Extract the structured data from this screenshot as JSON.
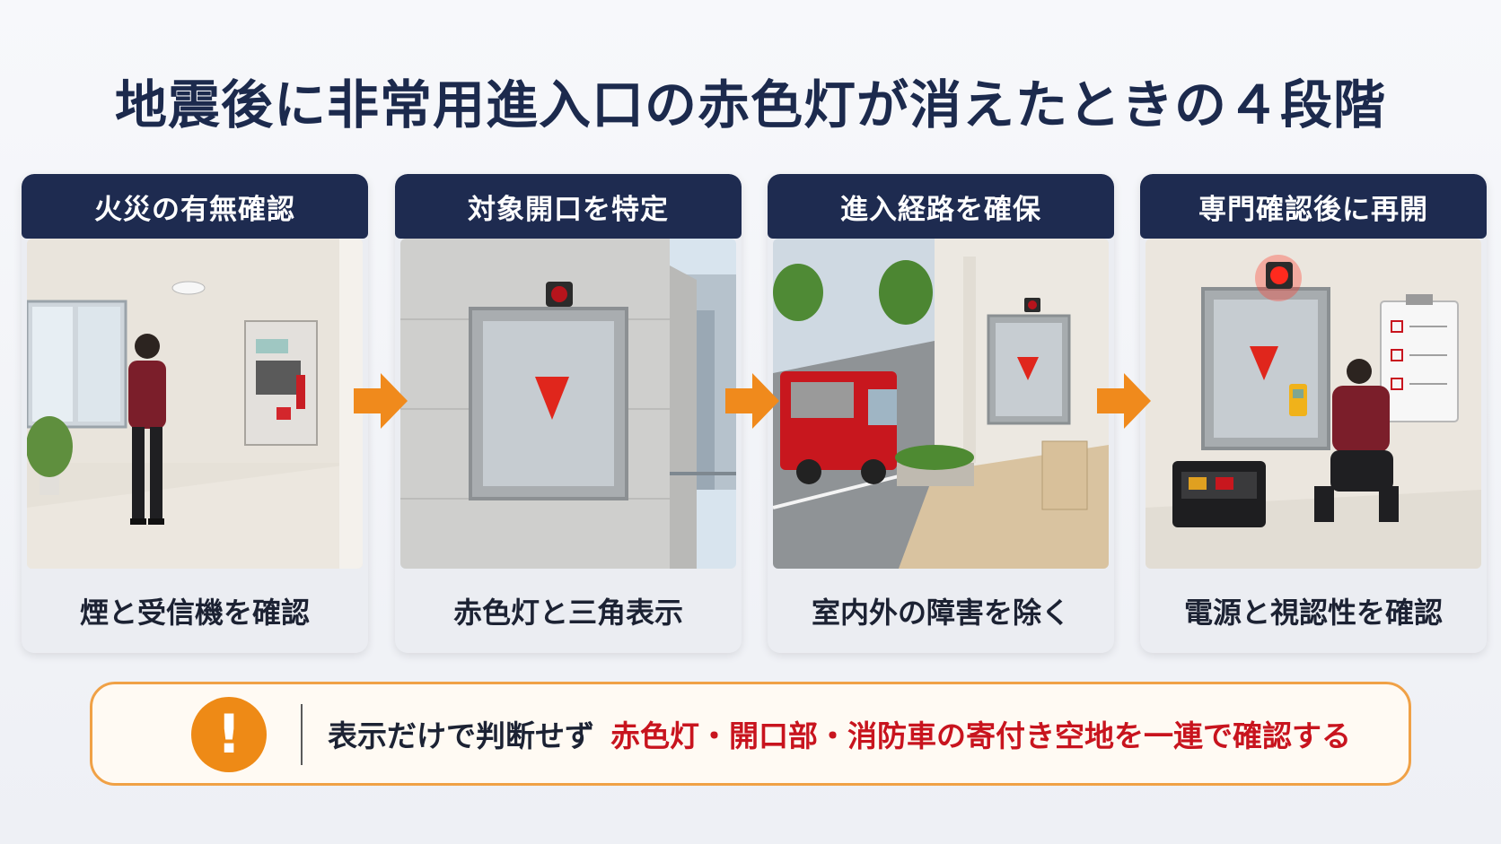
{
  "title": "地震後に非常用進入口の赤色灯が消えたときの４段階",
  "steps": [
    {
      "header": "火災の有無確認",
      "caption": "煙と受信機を確認"
    },
    {
      "header": "対象開口を特定",
      "caption": "赤色灯と三角表示"
    },
    {
      "header": "進入経路を確保",
      "caption": "室内外の障害を除く"
    },
    {
      "header": "専門確認後に再開",
      "caption": "電源と視認性を確認"
    }
  ],
  "note": {
    "icon": "exclamation-icon",
    "icon_glyph": "!",
    "text_plain": "表示だけで判断せず",
    "text_emphasis": "赤色灯・開口部・消防車の寄付き空地を一連で確認する"
  },
  "colors": {
    "header_navy": "#1e2b50",
    "arrow_orange": "#f08a1c",
    "emphasis_red": "#c8141e",
    "note_border": "#f0a146"
  }
}
